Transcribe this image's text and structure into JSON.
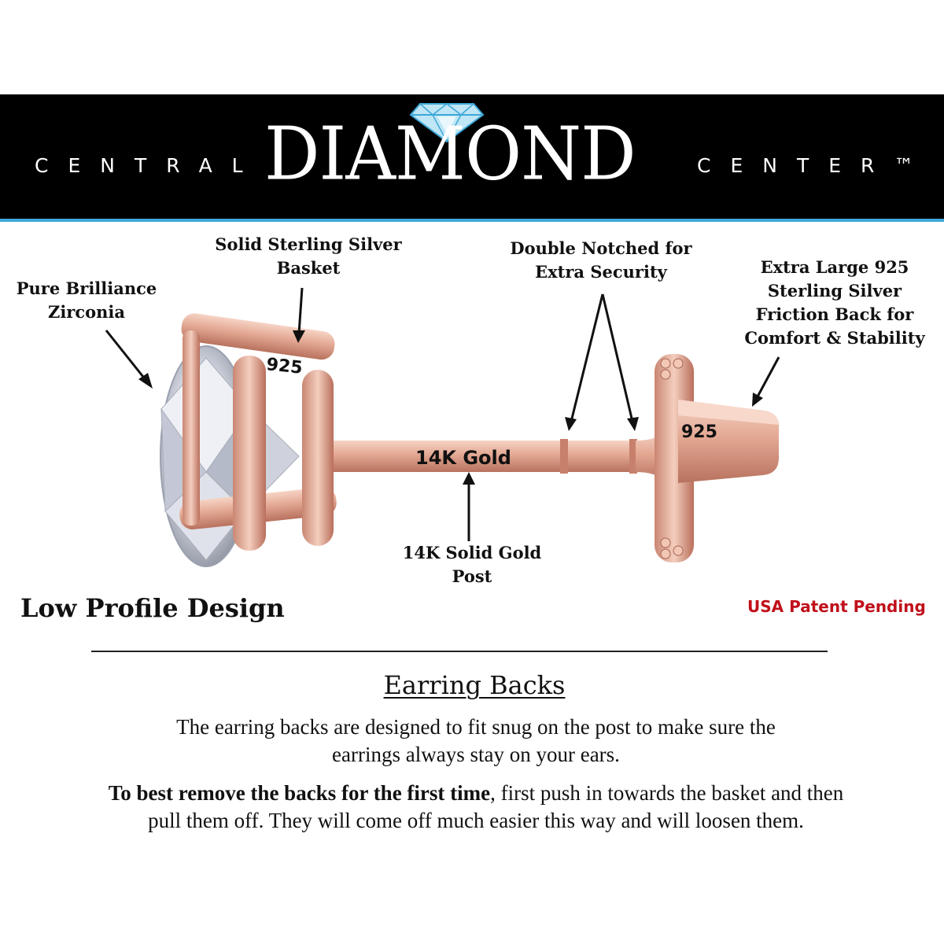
{
  "brand": {
    "left": "CENTRAL",
    "main": "DIAMOND",
    "right": "CENTER™"
  },
  "callouts": {
    "zirconia": [
      "Pure Brilliance",
      "Zirconia"
    ],
    "basket": [
      "Solid Sterling Silver",
      "Basket"
    ],
    "notched": [
      "Double Notched for",
      "Extra Security"
    ],
    "back": [
      "Extra Large 925",
      "Sterling Silver",
      "Friction Back for",
      "Comfort & Stability"
    ],
    "post": [
      "14K Solid Gold",
      "Post"
    ]
  },
  "engravings": {
    "basket_mark": "925",
    "post_mark": "14K Gold",
    "back_mark": "925"
  },
  "headings": {
    "low_profile": "Low Profile Design",
    "patent": "USA Patent Pending",
    "earring_backs": "Earring Backs"
  },
  "paragraphs": {
    "p1_line1": "The earring backs are designed to fit snug on the post to make sure the",
    "p1_line2": "earrings always stay on your ears.",
    "p2_bold": "To best remove the backs for the first time",
    "p2_rest_line1": ", first push in towards the basket and then",
    "p2_line2": "pull them off. They will come off much easier this way and will loosen them."
  },
  "colors": {
    "banner": "#000000",
    "banner_accent": "#3ea8d8",
    "rose_gold": "#e0a38d",
    "patent_red": "#c0101a"
  }
}
